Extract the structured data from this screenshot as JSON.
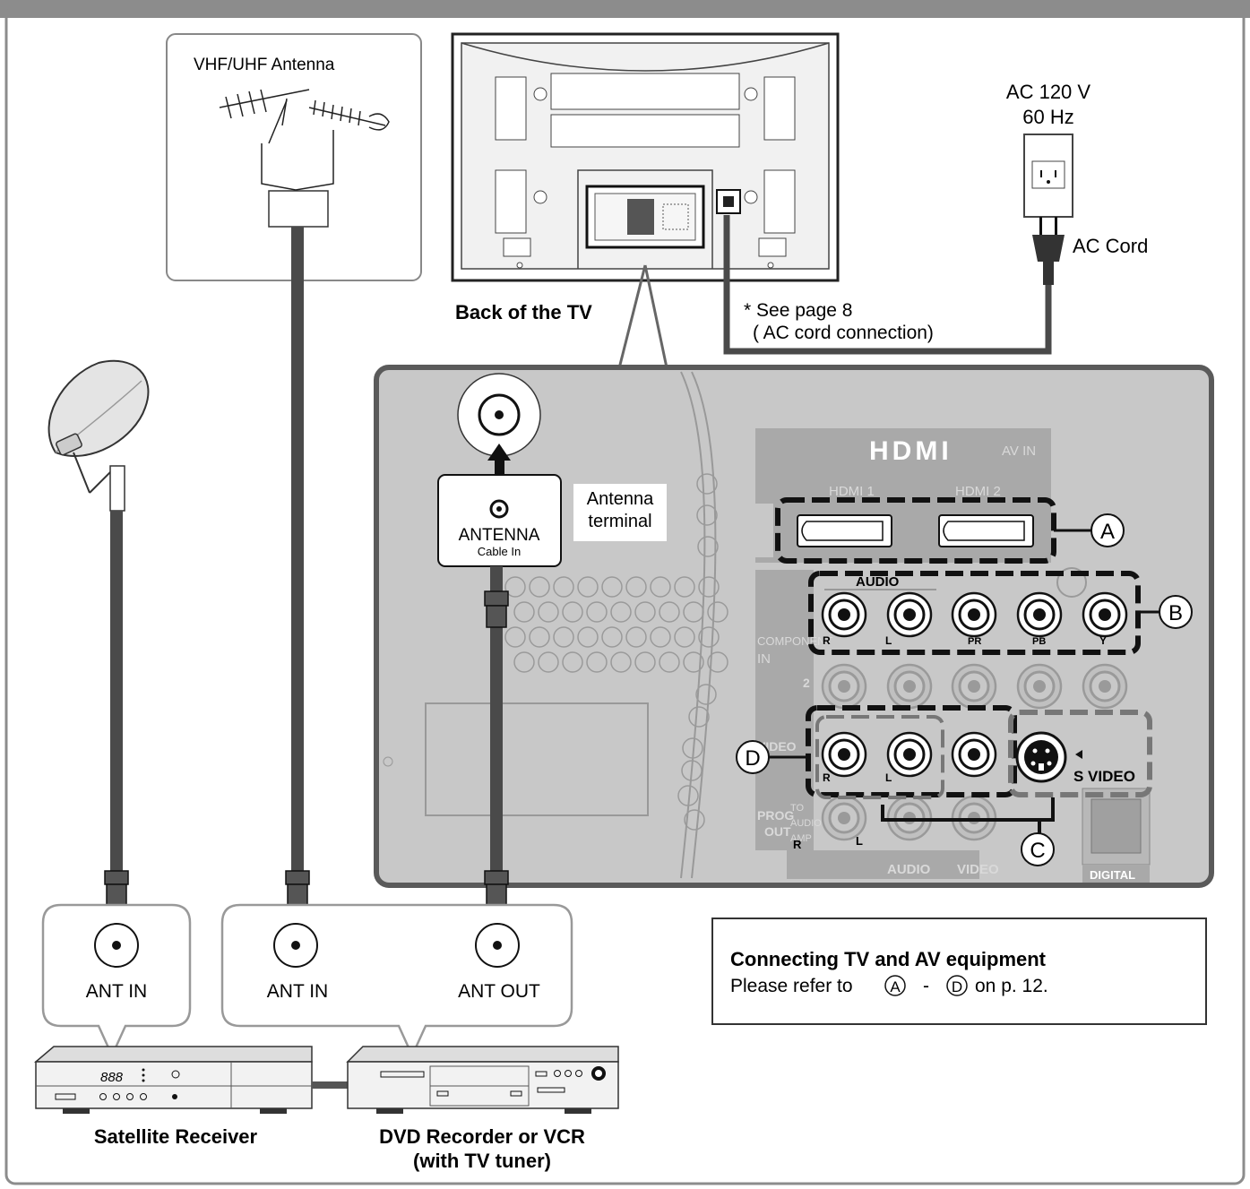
{
  "antenna": {
    "label": "VHF/UHF Antenna"
  },
  "tv": {
    "back_label": "Back of the TV"
  },
  "power": {
    "voltage": "AC 120 V",
    "frequency": "60 Hz",
    "cord_label": "AC Cord",
    "note_line1": "* See page 8",
    "note_line2": "( AC cord connection)"
  },
  "terminal": {
    "title": "ANTENNA",
    "subtitle": "Cable  In",
    "callout_line1": "Antenna",
    "callout_line2": "terminal"
  },
  "panel": {
    "hdmi_logo": "HDMI",
    "av_in": "AV IN",
    "hdmi1": "HDMI 1",
    "hdmi2": "HDMI 2",
    "audio": "AUDIO",
    "component_in_1": "COMPONENT",
    "component_in_2": "IN",
    "row2_num": "2",
    "video_side": "VIDEO",
    "prog": "PROG",
    "out": "OUT",
    "to": "TO",
    "audio_small": "AUDIO",
    "amp": "AMP",
    "audio_bottom": "AUDIO",
    "video_bottom": "VIDEO",
    "digital": "DIGITAL",
    "s_video": "S VIDEO",
    "jack_r": "R",
    "jack_l": "L",
    "jack_pr": "PR",
    "jack_pb": "PB",
    "jack_y": "Y"
  },
  "callouts": {
    "a": "A",
    "b": "B",
    "c": "C",
    "d": "D"
  },
  "devices": {
    "sat_port": "ANT IN",
    "dvd_port_in": "ANT IN",
    "dvd_port_out": "ANT OUT",
    "satellite_receiver": "Satellite Receiver",
    "dvd_line1": "DVD Recorder or VCR",
    "dvd_line2": "(with TV tuner)",
    "sat_display": "888"
  },
  "note_box": {
    "title": "Connecting TV and AV equipment",
    "text_prefix": "Please refer to",
    "ref_from": "A",
    "dash": "-",
    "ref_to": "D",
    "text_suffix": "on p. 12."
  },
  "colors": {
    "frame": "#8c8c8c",
    "panel": "#c8c8c8",
    "cable": "#4a4a4a",
    "panel_border": "#5a5a5a"
  }
}
